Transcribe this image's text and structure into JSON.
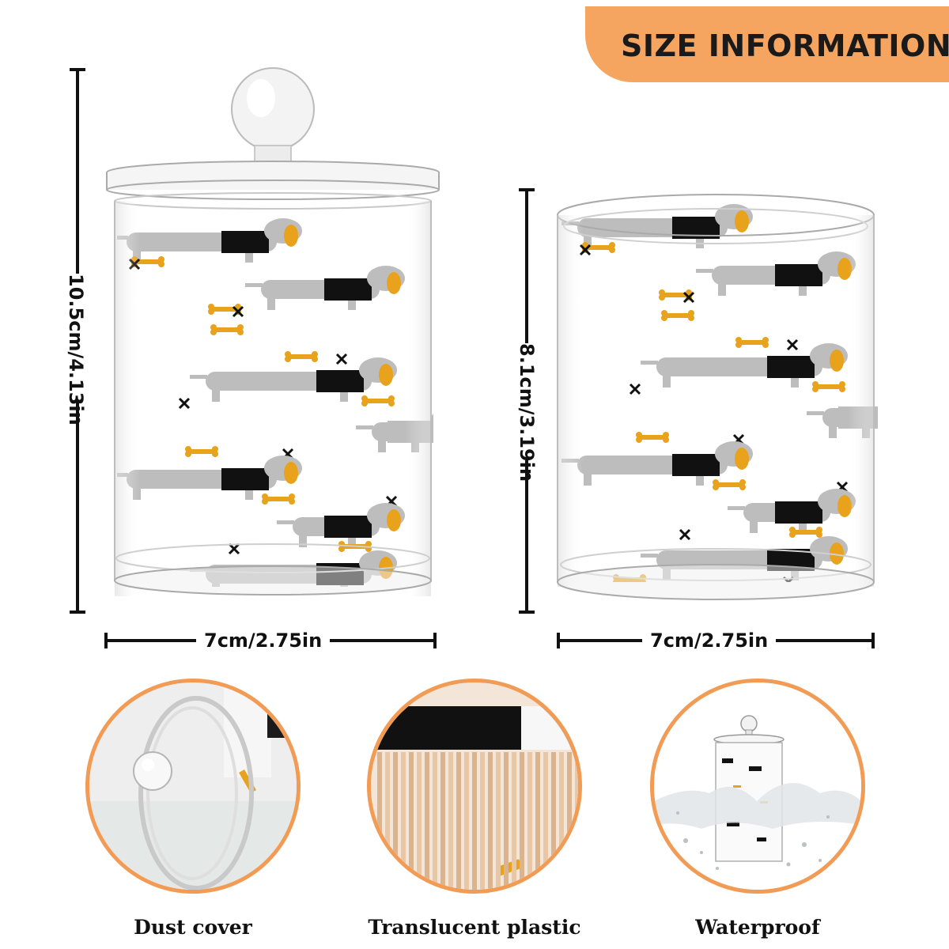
{
  "header": {
    "title": "SIZE INFORMATION"
  },
  "dimensions": {
    "tall_height": "10.5cm/4.13in",
    "short_height": "8.1cm/3.19in",
    "tall_width": "7cm/2.75in",
    "short_width": "7cm/2.75in"
  },
  "features": [
    {
      "label": "Dust cover",
      "icon": "lid-knob-closeup"
    },
    {
      "label": "Translucent plastic",
      "icon": "cotton-swabs-closeup"
    },
    {
      "label": "Waterproof",
      "icon": "water-splash"
    }
  ],
  "colors": {
    "accent": "#f29b55",
    "banner": "#f5a560",
    "pattern_yellow": "#e8a21c",
    "pattern_gray": "#bdbdbd",
    "pattern_black": "#111111"
  }
}
